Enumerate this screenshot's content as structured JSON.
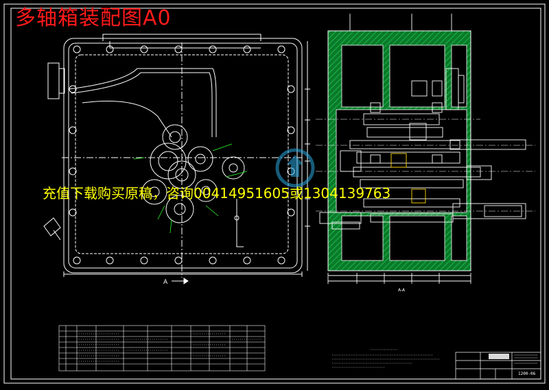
{
  "header": {
    "title": "多轴箱装配图A0",
    "title_color": "#ff1a1a"
  },
  "overlay": {
    "watermark_text": "充值下载购买原稿，咨询00414951605或1304139763",
    "watermark_color": "#ffff00"
  },
  "drawing": {
    "line_color": "#ffffff",
    "background": "#000000",
    "hatch_color": "#00b050",
    "section_mark": "A",
    "section_label": "A-A",
    "drawing_number": "1200-06"
  }
}
